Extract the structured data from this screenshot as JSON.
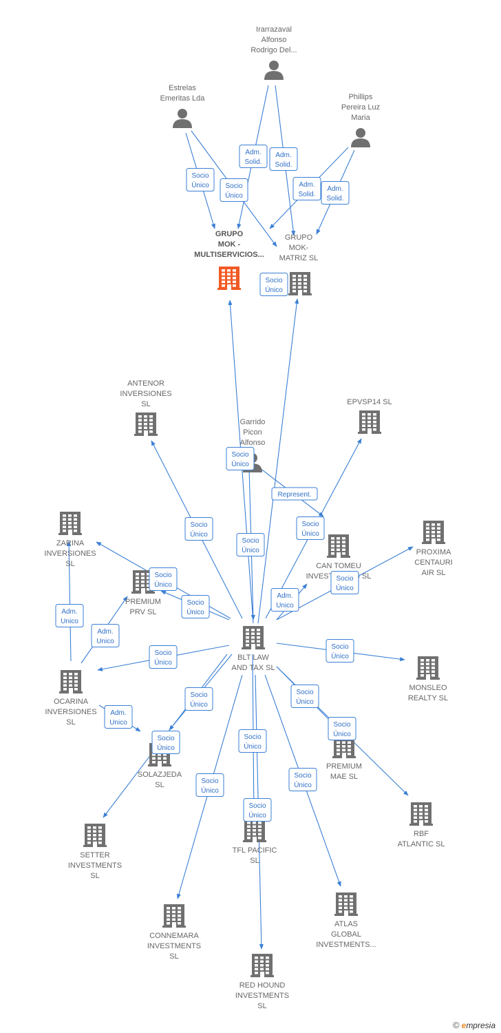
{
  "colors": {
    "edge": "#3a7fd5",
    "company": "#707070",
    "highlight": "#f15a24",
    "person": "#707070"
  },
  "nodes": [
    {
      "id": "irarrazaval",
      "type": "person",
      "label": [
        "Irarrazaval",
        "Alfonso",
        "Rodrigo Del..."
      ]
    },
    {
      "id": "estrelas",
      "type": "person",
      "label": [
        "Estrelas",
        "Emeritas Lda"
      ]
    },
    {
      "id": "phillips",
      "type": "person",
      "label": [
        "Phillips",
        "Pereira Luz",
        "Maria"
      ]
    },
    {
      "id": "grupo_mok_multi",
      "type": "company",
      "highlight": true,
      "label": [
        "GRUPO",
        "MOK -",
        "MULTISERVICIOS..."
      ]
    },
    {
      "id": "grupo_mok_matriz",
      "type": "company",
      "label": [
        "GRUPO",
        "MOK-",
        "MATRIZ SL"
      ]
    },
    {
      "id": "antenor",
      "type": "company",
      "label": [
        "ANTENOR",
        "INVERSIONES",
        "SL"
      ]
    },
    {
      "id": "garrido",
      "type": "person",
      "label": [
        "Garrido",
        "Picon",
        "Alfonso"
      ]
    },
    {
      "id": "epvsp14",
      "type": "company",
      "label": [
        "EPVSP14 SL"
      ]
    },
    {
      "id": "zarina",
      "type": "company",
      "label": [
        "ZARINA",
        "INVERSIONES",
        "SL"
      ]
    },
    {
      "id": "premium_prv",
      "type": "company",
      "label": [
        "PREMIUM",
        "PRV SL"
      ]
    },
    {
      "id": "can_tomeu",
      "type": "company",
      "label": [
        "CAN TOMEU",
        "INVESTMENTS SL"
      ]
    },
    {
      "id": "proxima",
      "type": "company",
      "label": [
        "PROXIMA",
        "CENTAURI",
        "AIR SL"
      ]
    },
    {
      "id": "blt",
      "type": "company",
      "label": [
        "BLT LAW",
        "AND TAX SL"
      ]
    },
    {
      "id": "monsleo",
      "type": "company",
      "label": [
        "MONSLEO",
        "REALTY SL"
      ]
    },
    {
      "id": "ocarina",
      "type": "company",
      "label": [
        "OCARINA",
        "INVERSIONES",
        "SL"
      ]
    },
    {
      "id": "solazjeda",
      "type": "company",
      "label": [
        "SOLAZJEDA",
        "SL"
      ]
    },
    {
      "id": "premium_mae",
      "type": "company",
      "label": [
        "PREMIUM",
        "MAE SL"
      ]
    },
    {
      "id": "rbf",
      "type": "company",
      "label": [
        "RBF",
        "ATLANTIC SL"
      ]
    },
    {
      "id": "setter",
      "type": "company",
      "label": [
        "SETTER",
        "INVESTMENTS",
        "SL"
      ]
    },
    {
      "id": "tfl",
      "type": "company",
      "label": [
        "TFL PACIFIC",
        "SL"
      ]
    },
    {
      "id": "connemara",
      "type": "company",
      "label": [
        "CONNEMARA",
        "INVESTMENTS",
        "SL"
      ]
    },
    {
      "id": "atlas",
      "type": "company",
      "label": [
        "ATLAS",
        "GLOBAL",
        "INVESTMENTS..."
      ]
    },
    {
      "id": "red_hound",
      "type": "company",
      "label": [
        "RED HOUND",
        "INVESTMENTS",
        "SL"
      ]
    }
  ],
  "edges": [
    {
      "from": "estrelas",
      "to": "grupo_mok_multi",
      "label": [
        "Socio",
        "Único"
      ]
    },
    {
      "from": "estrelas",
      "to": "grupo_mok_matriz",
      "label": [
        "Socio",
        "Único"
      ]
    },
    {
      "from": "irarrazaval",
      "to": "grupo_mok_multi",
      "label": [
        "Adm.",
        "Solid."
      ]
    },
    {
      "from": "irarrazaval",
      "to": "grupo_mok_matriz",
      "label": [
        "Adm.",
        "Solid."
      ]
    },
    {
      "from": "phillips",
      "to": "grupo_mok_multi",
      "label": [
        "Adm.",
        "Solid."
      ]
    },
    {
      "from": "phillips",
      "to": "grupo_mok_matriz",
      "label": [
        "Adm.",
        "Solid."
      ]
    },
    {
      "from": "blt",
      "to": "grupo_mok_multi",
      "label": [
        "Socio",
        "Único"
      ]
    },
    {
      "from": "blt",
      "to": "grupo_mok_matriz",
      "label": [
        "Socio",
        "Único"
      ]
    },
    {
      "from": "garrido",
      "to": "blt",
      "label": [
        "Socio",
        "Único"
      ]
    },
    {
      "from": "garrido",
      "to": "can_tomeu",
      "label": [
        "Represent."
      ]
    },
    {
      "from": "blt",
      "to": "antenor",
      "label": [
        "Socio",
        "Único"
      ]
    },
    {
      "from": "blt",
      "to": "epvsp14",
      "label": [
        "Socio",
        "Único"
      ]
    },
    {
      "from": "blt",
      "to": "zarina",
      "label": [
        "Socio",
        "Único"
      ]
    },
    {
      "from": "blt",
      "to": "premium_prv",
      "label": [
        "Socio",
        "Único"
      ]
    },
    {
      "from": "blt",
      "to": "can_tomeu",
      "label": [
        "Adm.",
        "Unico"
      ]
    },
    {
      "from": "blt",
      "to": "proxima",
      "label": [
        "Socio",
        "Único"
      ]
    },
    {
      "from": "blt",
      "to": "monsleo",
      "label": [
        "Socio",
        "Único"
      ]
    },
    {
      "from": "blt",
      "to": "ocarina",
      "label": [
        "Socio",
        "Único"
      ]
    },
    {
      "from": "blt",
      "to": "solazjeda",
      "label": [
        "Socio",
        "Único"
      ]
    },
    {
      "from": "blt",
      "to": "premium_mae",
      "label": [
        "Socio",
        "Único"
      ]
    },
    {
      "from": "blt",
      "to": "rbf",
      "label": [
        "Socio",
        "Único"
      ]
    },
    {
      "from": "blt",
      "to": "tfl",
      "label": [
        "Socio",
        "Único"
      ]
    },
    {
      "from": "blt",
      "to": "connemara",
      "label": [
        "Socio",
        "Único"
      ]
    },
    {
      "from": "blt",
      "to": "atlas",
      "label": [
        "Socio",
        "Único"
      ]
    },
    {
      "from": "blt",
      "to": "red_hound",
      "label": [
        "Socio",
        "Único"
      ]
    },
    {
      "from": "blt",
      "to": "setter",
      "label": [
        "Socio",
        "Único"
      ]
    },
    {
      "from": "ocarina",
      "to": "zarina",
      "label": [
        "Adm.",
        "Unico"
      ]
    },
    {
      "from": "ocarina",
      "to": "premium_prv",
      "label": [
        "Adm.",
        "Unico"
      ]
    },
    {
      "from": "ocarina",
      "to": "solazjeda",
      "label": [
        "Adm.",
        "Unico"
      ]
    }
  ],
  "footer": {
    "copyright": "©",
    "brand_first": "e",
    "brand_rest": "mpresia"
  }
}
